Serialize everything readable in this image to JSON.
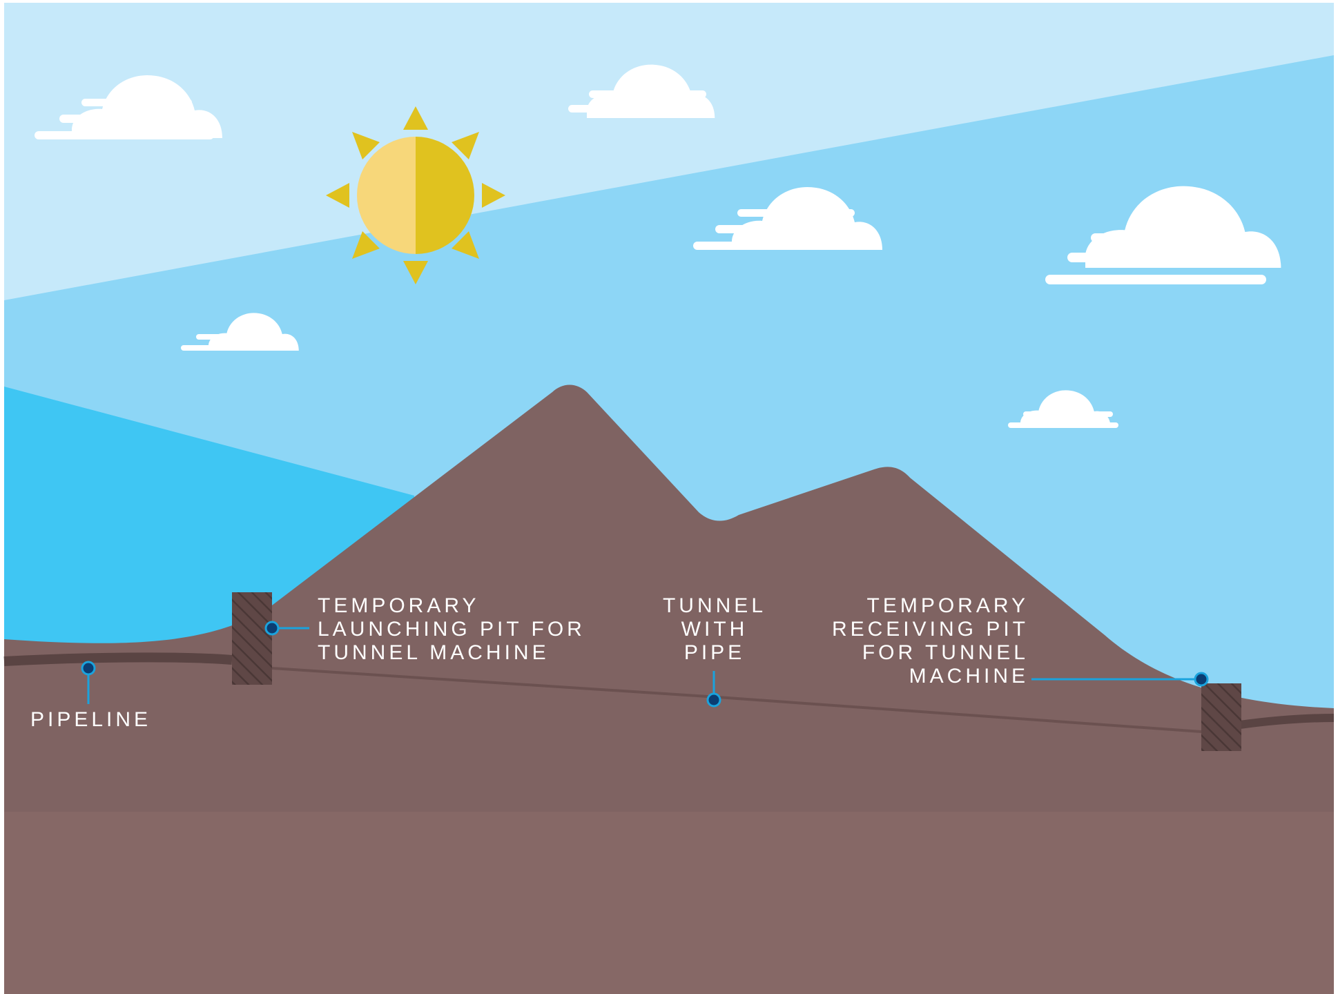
{
  "colors": {
    "sky_light": "#c6e9fa",
    "sky_mid": "#8dd6f6",
    "lake": "#3fc6f3",
    "earth": "#7f6362",
    "earth_lower": "#866866",
    "pit": "#5f4746",
    "pipe": "#5a4443",
    "callout": "#1aa3dd",
    "callout_dot": "#0b3d72",
    "sun_light": "#f7d77a",
    "sun_dark": "#e0c21f",
    "cloud": "#ffffff",
    "label_text": "#ffffff"
  },
  "icons": {
    "sun": "sun-icon",
    "cloud": "cloud-icon",
    "callout_dot": "callout-dot-icon"
  },
  "labels": {
    "launching_pit": [
      "TEMPORARY",
      "LAUNCHING PIT FOR",
      "TUNNEL MACHINE"
    ],
    "tunnel": [
      "TUNNEL",
      "WITH",
      "PIPE"
    ],
    "receiving_pit": [
      "TEMPORARY",
      "RECEIVING PIT",
      "FOR TUNNEL",
      "MACHINE"
    ],
    "pipeline": [
      "PIPELINE"
    ]
  }
}
